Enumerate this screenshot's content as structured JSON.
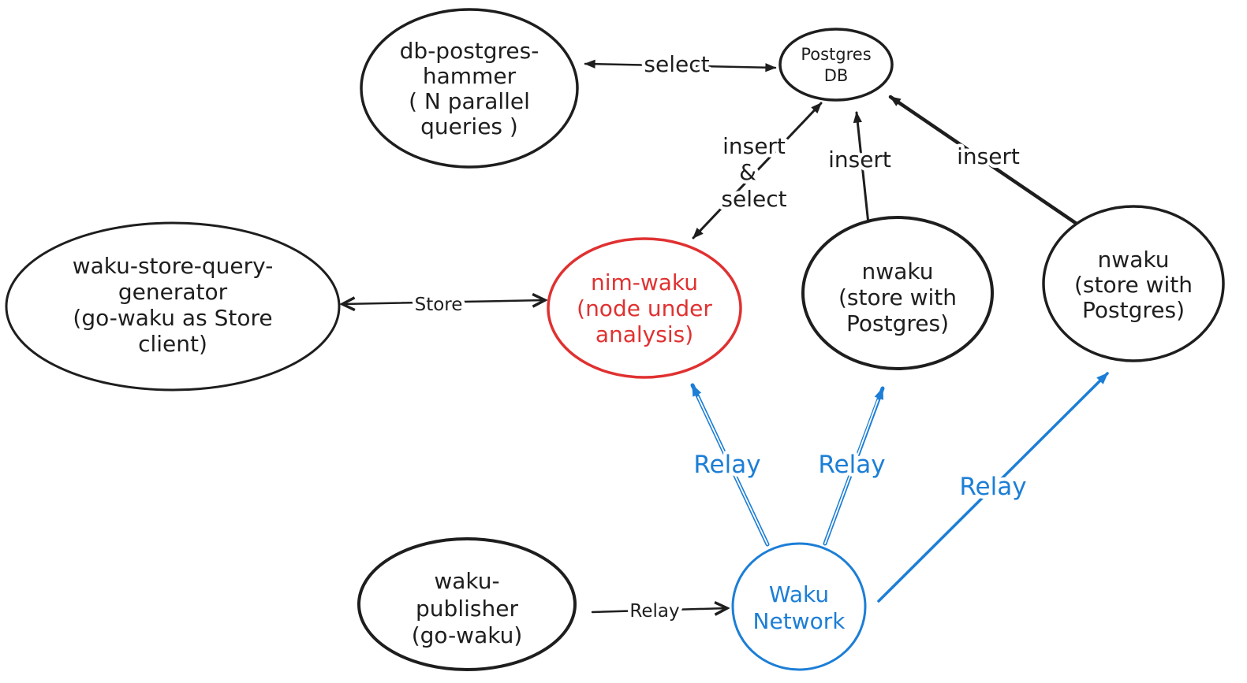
{
  "colors": {
    "stroke": "#1e1e1e",
    "red": "#e03131",
    "blue": "#1c7ed6",
    "background": "#ffffff"
  },
  "nodes": {
    "db_postgres_hammer": {
      "lines": [
        "db-postgres-",
        "hammer",
        "( N parallel",
        "queries )"
      ]
    },
    "postgres_db": {
      "lines": [
        "Postgres",
        "DB"
      ]
    },
    "waku_store_query_generator": {
      "lines": [
        "waku-store-query-",
        "generator",
        "(go-waku as Store",
        "client)"
      ]
    },
    "nim_waku": {
      "lines": [
        "nim-waku",
        "(node under",
        "analysis)"
      ]
    },
    "nwaku_store_1": {
      "lines": [
        "nwaku",
        "(store with",
        "Postgres)"
      ]
    },
    "nwaku_store_2": {
      "lines": [
        "nwaku",
        "(store with",
        "Postgres)"
      ]
    },
    "waku_publisher": {
      "lines": [
        "waku-",
        "publisher",
        "(go-waku)"
      ]
    },
    "waku_network": {
      "lines": [
        "Waku",
        "Network"
      ]
    }
  },
  "edges": {
    "select": {
      "label": "select"
    },
    "insert_and_select": {
      "lines": [
        "insert",
        "&",
        "select"
      ]
    },
    "insert_nwaku_1": {
      "label": "insert"
    },
    "insert_nwaku_2": {
      "label": "insert"
    },
    "store": {
      "label": "Store"
    },
    "relay_publisher": {
      "label": "Relay"
    },
    "relay_nim_waku": {
      "label": "Relay"
    },
    "relay_nwaku_1": {
      "label": "Relay"
    },
    "relay_nwaku_2": {
      "label": "Relay"
    }
  }
}
